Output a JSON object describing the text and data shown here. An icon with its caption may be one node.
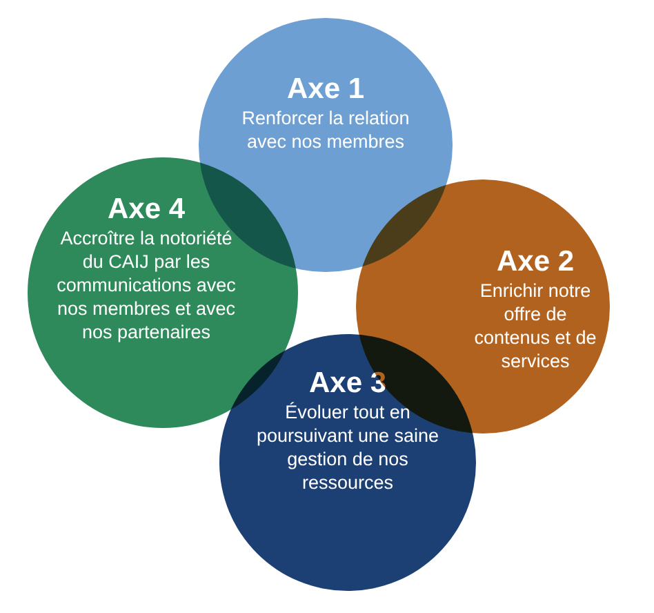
{
  "diagram": {
    "nodes": [
      {
        "text": [
          "Axe 1",
          "Renforcer la relation avec nos membres"
        ]
      },
      {
        "text": [
          "Axe 2",
          "Enrichir notre offre de contenus et de services"
        ]
      },
      {
        "text": [
          "Axe 3",
          "Évoluer tout en poursuivant une saine gestion de nos ressources"
        ]
      },
      {
        "text": [
          "Axe 4",
          "Accroître la notoriété du CAIJ par les communications avec nos membres et avec nos partenaires"
        ]
      }
    ],
    "edges": []
  }
}
